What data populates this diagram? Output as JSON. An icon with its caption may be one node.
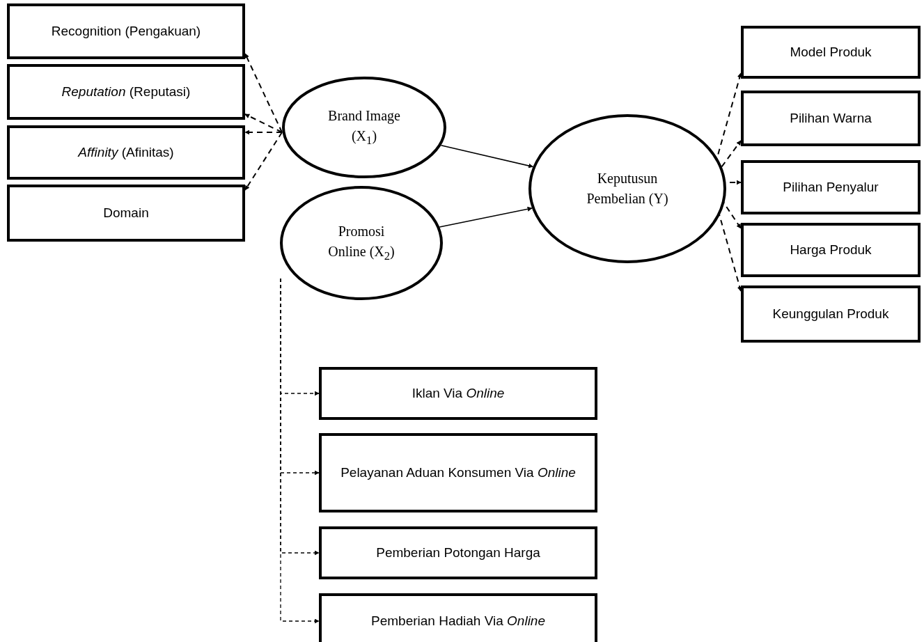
{
  "diagram": {
    "nodes": [
      {
        "text": [
          "Recognition (Pengakuan)"
        ]
      },
      {
        "text": [
          "*Reputation* (Reputasi)"
        ]
      },
      {
        "text": [
          "*Affinity* (Afinitas)"
        ]
      },
      {
        "text": [
          "Domain"
        ]
      },
      {
        "text": [
          "Brand Image (X$_{1}$)"
        ]
      },
      {
        "text": [
          "Promosi Online (X$_{2}$)"
        ]
      },
      {
        "text": [
          "Keputusun Pembelian (Y)"
        ]
      },
      {
        "text": [
          "Model Produk"
        ]
      },
      {
        "text": [
          "Pilihan Warna"
        ]
      },
      {
        "text": [
          "Pilihan Penyalur"
        ]
      },
      {
        "text": [
          "Harga Produk"
        ]
      },
      {
        "text": [
          "Keunggulan Produk"
        ]
      },
      {
        "text": [
          "Iklan Via *Online*"
        ]
      },
      {
        "text": [
          "Pelayanan Aduan Konsumen Via *Online*"
        ]
      },
      {
        "text": [
          "Pemberian Potongan Harga"
        ]
      },
      {
        "text": [
          "Pemberian Hadiah Via *Online*"
        ]
      }
    ],
    "edges": [
      {
        "from": 4,
        "to": 0,
        "arrow": "to",
        "style": "dashed"
      },
      {
        "from": 4,
        "to": 1,
        "arrow": "to",
        "style": "dashed"
      },
      {
        "from": 4,
        "to": 2,
        "arrow": "to",
        "style": "dashed"
      },
      {
        "from": 4,
        "to": 3,
        "arrow": "to",
        "style": "dashed"
      },
      {
        "from": 4,
        "to": 6,
        "arrow": "to"
      },
      {
        "from": 5,
        "to": 6,
        "arrow": "to"
      },
      {
        "from": 6,
        "to": 7,
        "arrow": "to",
        "style": "dashed"
      },
      {
        "from": 6,
        "to": 8,
        "arrow": "to",
        "style": "dashed"
      },
      {
        "from": 6,
        "to": 9,
        "arrow": "to",
        "style": "dashed"
      },
      {
        "from": 6,
        "to": 10,
        "arrow": "to",
        "style": "dashed"
      },
      {
        "from": 6,
        "to": 11,
        "arrow": "to",
        "style": "dashed"
      },
      {
        "from": 5,
        "to": 12,
        "arrow": "to",
        "style": "dashed"
      },
      {
        "from": 5,
        "to": 13,
        "arrow": "to",
        "style": "dashed"
      },
      {
        "from": 5,
        "to": 14,
        "arrow": "to",
        "style": "dashed"
      },
      {
        "from": 5,
        "to": 15,
        "arrow": "to",
        "style": "dashed"
      }
    ]
  }
}
